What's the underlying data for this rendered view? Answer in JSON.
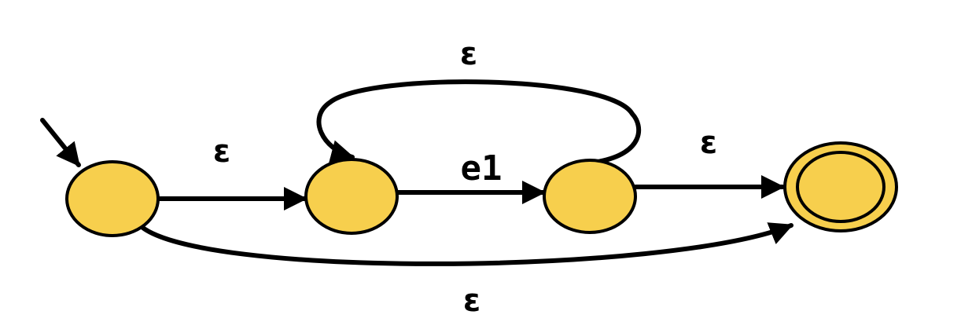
{
  "diagram": {
    "type": "NFA state diagram",
    "state_fill": "#F7CF4D",
    "line_color": "#000000",
    "states": [
      {
        "id": "s0",
        "start": true,
        "accepting": false
      },
      {
        "id": "s1",
        "start": false,
        "accepting": false
      },
      {
        "id": "s2",
        "start": false,
        "accepting": false
      },
      {
        "id": "s3",
        "start": false,
        "accepting": true
      }
    ],
    "transitions": [
      {
        "from": "s0",
        "to": "s1",
        "label": "ε"
      },
      {
        "from": "s1",
        "to": "s2",
        "label": "e1"
      },
      {
        "from": "s2",
        "to": "s3",
        "label": "ε"
      },
      {
        "from": "s2",
        "to": "s1",
        "label": "ε"
      },
      {
        "from": "s0",
        "to": "s3",
        "label": "ε"
      }
    ]
  }
}
